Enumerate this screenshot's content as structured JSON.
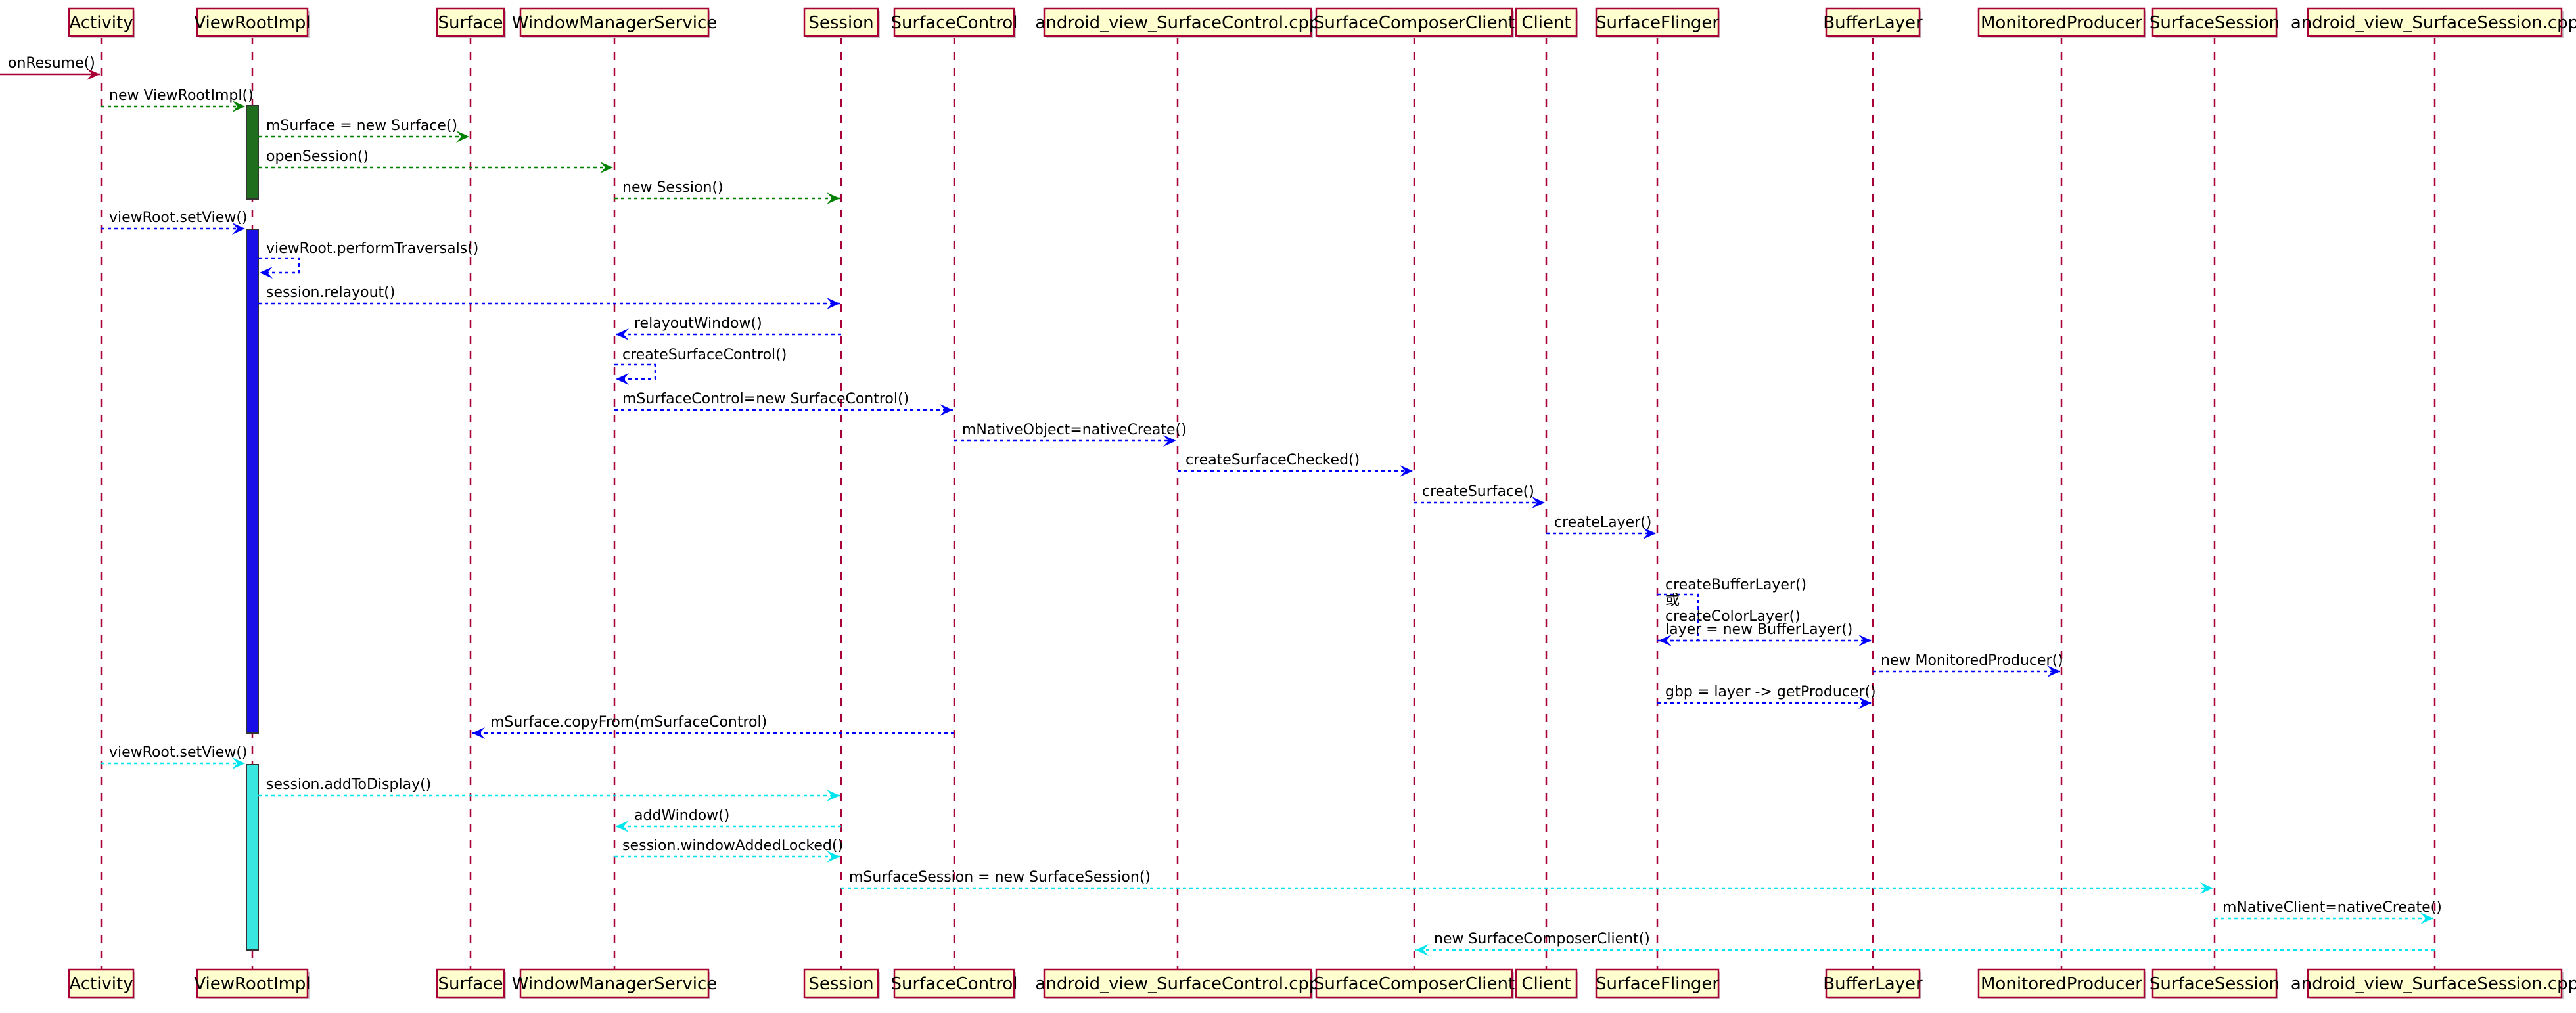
{
  "participants": [
    {
      "id": "activity",
      "label": "Activity"
    },
    {
      "id": "viewrootimpl",
      "label": "ViewRootImpl"
    },
    {
      "id": "surface",
      "label": "Surface"
    },
    {
      "id": "wms",
      "label": "WindowManagerService"
    },
    {
      "id": "session",
      "label": "Session"
    },
    {
      "id": "surfacecontrol",
      "label": "SurfaceControl"
    },
    {
      "id": "jni_surfacecontrol",
      "label": "android_view_SurfaceControl.cpp"
    },
    {
      "id": "scc",
      "label": "SurfaceComposerClient"
    },
    {
      "id": "client",
      "label": "Client"
    },
    {
      "id": "surfaceflinger",
      "label": "SurfaceFlinger"
    },
    {
      "id": "bufferlayer",
      "label": "BufferLayer"
    },
    {
      "id": "monitoredproducer",
      "label": "MonitoredProducer"
    },
    {
      "id": "surfacesession",
      "label": "SurfaceSession"
    },
    {
      "id": "jni_surfacesession",
      "label": "android_view_SurfaceSession.cpp"
    }
  ],
  "colors": {
    "entry": "#a80036",
    "phase_create": "#008000",
    "phase_setview": "#0000ff",
    "phase_add": "#00e5ee",
    "bar_create": "#1e6e1e",
    "bar_setview": "#1a0ee8",
    "bar_add": "#3ae6e0"
  },
  "messages": [
    {
      "from": "edge",
      "to": "activity",
      "lines": [
        "onResume()"
      ],
      "color": "entry"
    },
    {
      "from": "activity",
      "to": "viewrootimpl",
      "lines": [
        "new ViewRootImpl()"
      ],
      "color": "phase_create"
    },
    {
      "from": "viewrootimpl",
      "to": "surface",
      "lines": [
        "mSurface = new Surface()"
      ],
      "color": "phase_create"
    },
    {
      "from": "viewrootimpl",
      "to": "wms",
      "lines": [
        "openSession()"
      ],
      "color": "phase_create"
    },
    {
      "from": "wms",
      "to": "session",
      "lines": [
        "new Session()"
      ],
      "color": "phase_create"
    },
    {
      "from": "activity",
      "to": "viewrootimpl",
      "lines": [
        "viewRoot.setView()"
      ],
      "color": "phase_setview"
    },
    {
      "from": "viewrootimpl",
      "to": "viewrootimpl",
      "lines": [
        "viewRoot.performTraversals()"
      ],
      "color": "phase_setview"
    },
    {
      "from": "viewrootimpl",
      "to": "session",
      "lines": [
        "session.relayout()"
      ],
      "color": "phase_setview"
    },
    {
      "from": "session",
      "to": "wms",
      "lines": [
        "relayoutWindow()"
      ],
      "color": "phase_setview"
    },
    {
      "from": "wms",
      "to": "wms",
      "lines": [
        "createSurfaceControl()"
      ],
      "color": "phase_setview"
    },
    {
      "from": "wms",
      "to": "surfacecontrol",
      "lines": [
        "mSurfaceControl=new SurfaceControl()"
      ],
      "color": "phase_setview"
    },
    {
      "from": "surfacecontrol",
      "to": "jni_surfacecontrol",
      "lines": [
        "mNativeObject=nativeCreate()"
      ],
      "color": "phase_setview"
    },
    {
      "from": "jni_surfacecontrol",
      "to": "scc",
      "lines": [
        "createSurfaceChecked()"
      ],
      "color": "phase_setview"
    },
    {
      "from": "scc",
      "to": "client",
      "lines": [
        "createSurface()"
      ],
      "color": "phase_setview"
    },
    {
      "from": "client",
      "to": "surfaceflinger",
      "lines": [
        "createLayer()"
      ],
      "color": "phase_setview"
    },
    {
      "from": "surfaceflinger",
      "to": "surfaceflinger",
      "lines": [
        "createBufferLayer()",
        "或",
        "createColorLayer()"
      ],
      "color": "phase_setview"
    },
    {
      "from": "surfaceflinger",
      "to": "bufferlayer",
      "lines": [
        "layer = new BufferLayer()"
      ],
      "color": "phase_setview"
    },
    {
      "from": "bufferlayer",
      "to": "monitoredproducer",
      "lines": [
        "new MonitoredProducer()"
      ],
      "color": "phase_setview"
    },
    {
      "from": "surfaceflinger",
      "to": "bufferlayer",
      "lines": [
        "gbp = layer -> getProducer()"
      ],
      "color": "phase_setview"
    },
    {
      "from": "surfacecontrol",
      "to": "surface",
      "lines": [
        "mSurface.copyFrom(mSurfaceControl)"
      ],
      "color": "phase_setview"
    },
    {
      "from": "activity",
      "to": "viewrootimpl",
      "lines": [
        "viewRoot.setView()"
      ],
      "color": "phase_add"
    },
    {
      "from": "viewrootimpl",
      "to": "session",
      "lines": [
        "session.addToDisplay()"
      ],
      "color": "phase_add"
    },
    {
      "from": "session",
      "to": "wms",
      "lines": [
        "addWindow()"
      ],
      "color": "phase_add"
    },
    {
      "from": "wms",
      "to": "session",
      "lines": [
        "session.windowAddedLocked()"
      ],
      "color": "phase_add"
    },
    {
      "from": "session",
      "to": "surfacesession",
      "lines": [
        "mSurfaceSession = new SurfaceSession()"
      ],
      "color": "phase_add"
    },
    {
      "from": "surfacesession",
      "to": "jni_surfacesession",
      "lines": [
        "mNativeClient=nativeCreate()"
      ],
      "color": "phase_add"
    },
    {
      "from": "jni_surfacesession",
      "to": "scc",
      "lines": [
        "new SurfaceComposerClient()"
      ],
      "color": "phase_add"
    }
  ],
  "activations": [
    {
      "participant": "viewrootimpl",
      "color": "bar_create"
    },
    {
      "participant": "viewrootimpl",
      "color": "bar_setview"
    },
    {
      "participant": "viewrootimpl",
      "color": "bar_add"
    }
  ]
}
